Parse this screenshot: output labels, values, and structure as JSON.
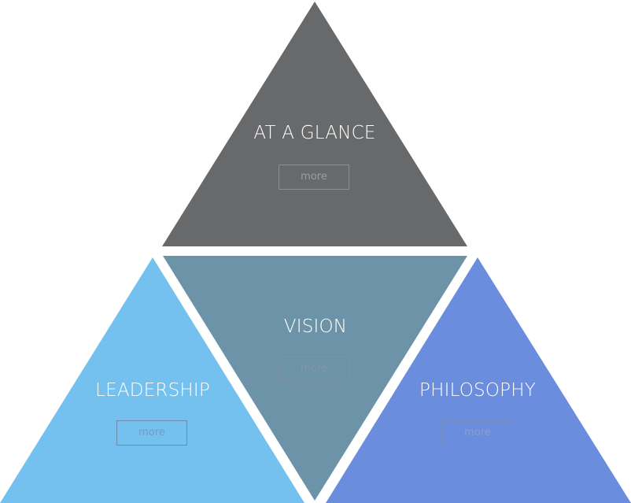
{
  "colors": {
    "glance": "#68696b",
    "vision": "#6d93a8",
    "leadership": "#74c1ef",
    "philosophy": "#6b8ddd",
    "background": "#ffffff"
  },
  "sections": {
    "glance": {
      "title": "AT A GLANCE",
      "button": "more"
    },
    "vision": {
      "title": "VISION",
      "button": "more"
    },
    "leadership": {
      "title": "LEADERSHIP",
      "button": "more"
    },
    "philosophy": {
      "title": "PHILOSOPHY",
      "button": "more"
    }
  }
}
